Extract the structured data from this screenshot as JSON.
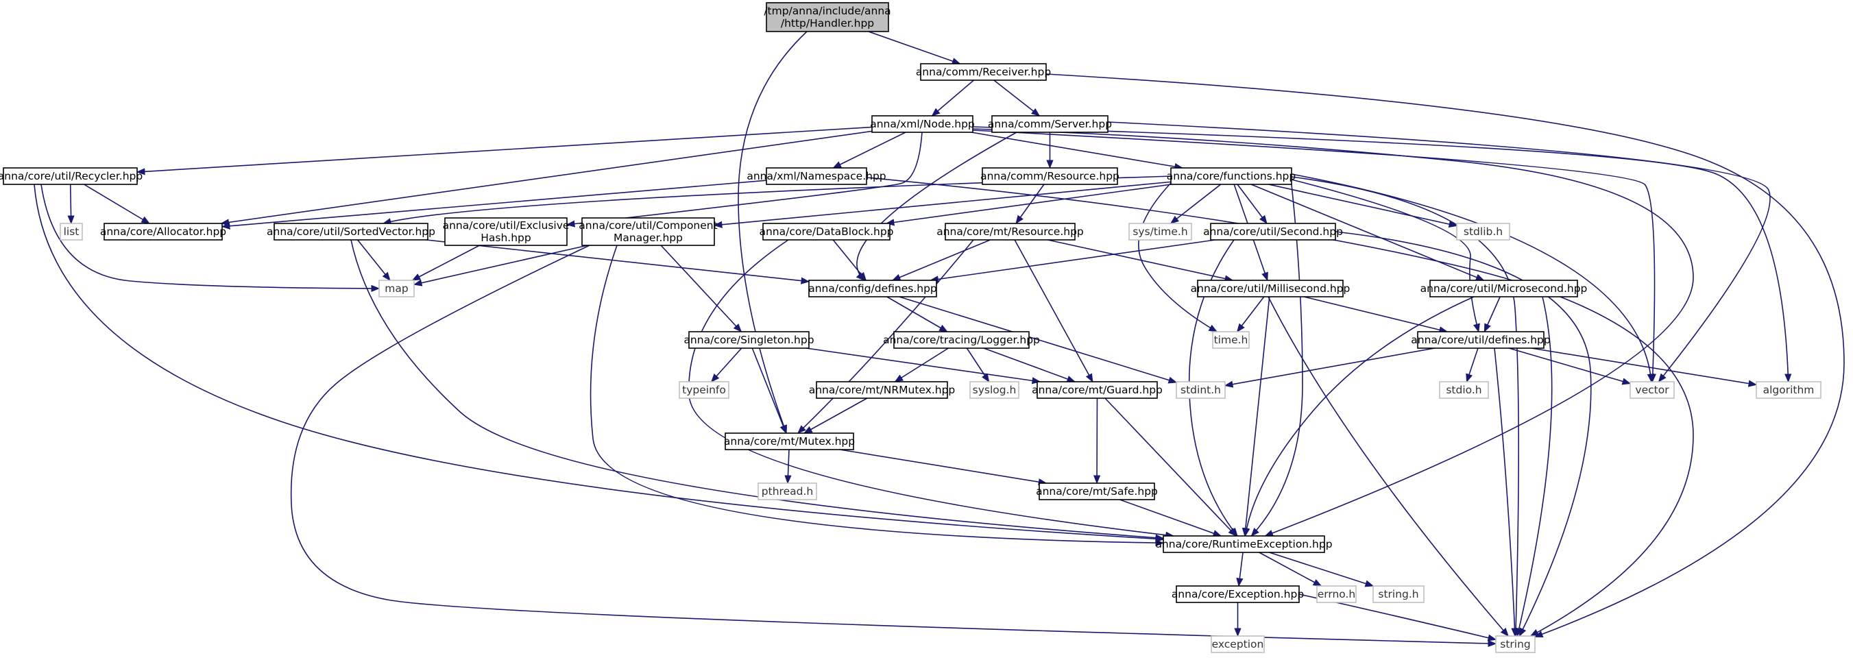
{
  "nodes": [
    {
      "id": "handler",
      "kind": "root",
      "label": [
        "/tmp/anna/include/anna",
        "/http/Handler.hpp"
      ]
    },
    {
      "id": "receiver",
      "kind": "proj",
      "label": [
        "anna/comm/Receiver.hpp"
      ]
    },
    {
      "id": "xmlnode",
      "kind": "proj",
      "label": [
        "anna/xml/Node.hpp"
      ]
    },
    {
      "id": "server",
      "kind": "proj",
      "label": [
        "anna/comm/Server.hpp"
      ]
    },
    {
      "id": "recycler",
      "kind": "proj",
      "label": [
        "anna/core/util/Recycler.hpp"
      ]
    },
    {
      "id": "namespace",
      "kind": "proj",
      "label": [
        "anna/xml/Namespace.hpp"
      ]
    },
    {
      "id": "commresource",
      "kind": "proj",
      "label": [
        "anna/comm/Resource.hpp"
      ]
    },
    {
      "id": "functions",
      "kind": "proj",
      "label": [
        "anna/core/functions.hpp"
      ]
    },
    {
      "id": "list",
      "kind": "ext",
      "label": [
        "list"
      ]
    },
    {
      "id": "allocator",
      "kind": "proj",
      "label": [
        "anna/core/Allocator.hpp"
      ]
    },
    {
      "id": "sortedvector",
      "kind": "proj",
      "label": [
        "anna/core/util/SortedVector.hpp"
      ]
    },
    {
      "id": "exclusivehash",
      "kind": "proj",
      "label": [
        "anna/core/util/Exclusive",
        "Hash.hpp"
      ]
    },
    {
      "id": "componentmanager",
      "kind": "proj",
      "label": [
        "anna/core/util/Component",
        "Manager.hpp"
      ]
    },
    {
      "id": "datablock",
      "kind": "proj",
      "label": [
        "anna/core/DataBlock.hpp"
      ]
    },
    {
      "id": "mtresource",
      "kind": "proj",
      "label": [
        "anna/core/mt/Resource.hpp"
      ]
    },
    {
      "id": "systime",
      "kind": "ext",
      "label": [
        "sys/time.h"
      ]
    },
    {
      "id": "second",
      "kind": "proj",
      "label": [
        "anna/core/util/Second.hpp"
      ]
    },
    {
      "id": "stdlib",
      "kind": "ext",
      "label": [
        "stdlib.h"
      ]
    },
    {
      "id": "map",
      "kind": "ext",
      "label": [
        "map"
      ]
    },
    {
      "id": "configdefines",
      "kind": "proj",
      "label": [
        "anna/config/defines.hpp"
      ]
    },
    {
      "id": "millisecond",
      "kind": "proj",
      "label": [
        "anna/core/util/Millisecond.hpp"
      ]
    },
    {
      "id": "microsecond",
      "kind": "proj",
      "label": [
        "anna/core/util/Microsecond.hpp"
      ]
    },
    {
      "id": "singleton",
      "kind": "proj",
      "label": [
        "anna/core/Singleton.hpp"
      ]
    },
    {
      "id": "logger",
      "kind": "proj",
      "label": [
        "anna/core/tracing/Logger.hpp"
      ]
    },
    {
      "id": "timeh",
      "kind": "ext",
      "label": [
        "time.h"
      ]
    },
    {
      "id": "utildefines",
      "kind": "proj",
      "label": [
        "anna/core/util/defines.hpp"
      ]
    },
    {
      "id": "typeinfo",
      "kind": "ext",
      "label": [
        "typeinfo"
      ]
    },
    {
      "id": "nrmutex",
      "kind": "proj",
      "label": [
        "anna/core/mt/NRMutex.hpp"
      ]
    },
    {
      "id": "syslog",
      "kind": "ext",
      "label": [
        "syslog.h"
      ]
    },
    {
      "id": "guard",
      "kind": "proj",
      "label": [
        "anna/core/mt/Guard.hpp"
      ]
    },
    {
      "id": "stdint",
      "kind": "ext",
      "label": [
        "stdint.h"
      ]
    },
    {
      "id": "stdio",
      "kind": "ext",
      "label": [
        "stdio.h"
      ]
    },
    {
      "id": "vector",
      "kind": "ext",
      "label": [
        "vector"
      ]
    },
    {
      "id": "algorithm",
      "kind": "ext",
      "label": [
        "algorithm"
      ]
    },
    {
      "id": "mutex",
      "kind": "proj",
      "label": [
        "anna/core/mt/Mutex.hpp"
      ]
    },
    {
      "id": "pthread",
      "kind": "ext",
      "label": [
        "pthread.h"
      ]
    },
    {
      "id": "safe",
      "kind": "proj",
      "label": [
        "anna/core/mt/Safe.hpp"
      ]
    },
    {
      "id": "runtimeexception",
      "kind": "proj",
      "label": [
        "anna/core/RuntimeException.hpp"
      ]
    },
    {
      "id": "exception",
      "kind": "proj",
      "label": [
        "anna/core/Exception.hpp"
      ]
    },
    {
      "id": "errno",
      "kind": "ext",
      "label": [
        "errno.h"
      ]
    },
    {
      "id": "stringh",
      "kind": "ext",
      "label": [
        "string.h"
      ]
    },
    {
      "id": "stdexception",
      "kind": "ext",
      "label": [
        "exception"
      ]
    },
    {
      "id": "string",
      "kind": "ext",
      "label": [
        "string"
      ]
    }
  ],
  "edges": [
    [
      "handler",
      "receiver"
    ],
    [
      "handler",
      "mutex"
    ],
    [
      "receiver",
      "xmlnode"
    ],
    [
      "receiver",
      "server"
    ],
    [
      "receiver",
      "string"
    ],
    [
      "xmlnode",
      "recycler"
    ],
    [
      "xmlnode",
      "namespace"
    ],
    [
      "xmlnode",
      "functions"
    ],
    [
      "xmlnode",
      "allocator"
    ],
    [
      "xmlnode",
      "exclusivehash"
    ],
    [
      "xmlnode",
      "vector"
    ],
    [
      "xmlnode",
      "runtimeexception"
    ],
    [
      "xmlnode",
      "algorithm"
    ],
    [
      "server",
      "commresource"
    ],
    [
      "server",
      "configdefines"
    ],
    [
      "server",
      "vector"
    ],
    [
      "recycler",
      "list"
    ],
    [
      "recycler",
      "allocator"
    ],
    [
      "recycler",
      "map"
    ],
    [
      "recycler",
      "runtimeexception"
    ],
    [
      "namespace",
      "allocator"
    ],
    [
      "namespace",
      "string"
    ],
    [
      "commresource",
      "mtresource"
    ],
    [
      "functions",
      "sortedvector"
    ],
    [
      "functions",
      "componentmanager"
    ],
    [
      "functions",
      "datablock"
    ],
    [
      "functions",
      "systime"
    ],
    [
      "functions",
      "second"
    ],
    [
      "functions",
      "stdlib"
    ],
    [
      "functions",
      "millisecond"
    ],
    [
      "functions",
      "microsecond"
    ],
    [
      "functions",
      "utildefines"
    ],
    [
      "functions",
      "timeh"
    ],
    [
      "functions",
      "vector"
    ],
    [
      "functions",
      "runtimeexception"
    ],
    [
      "functions",
      "string"
    ],
    [
      "sortedvector",
      "map"
    ],
    [
      "sortedvector",
      "configdefines"
    ],
    [
      "sortedvector",
      "runtimeexception"
    ],
    [
      "exclusivehash",
      "map"
    ],
    [
      "componentmanager",
      "map"
    ],
    [
      "componentmanager",
      "singleton"
    ],
    [
      "componentmanager",
      "runtimeexception"
    ],
    [
      "componentmanager",
      "string"
    ],
    [
      "datablock",
      "configdefines"
    ],
    [
      "datablock",
      "runtimeexception"
    ],
    [
      "mtresource",
      "configdefines"
    ],
    [
      "mtresource",
      "mutex"
    ],
    [
      "mtresource",
      "guard"
    ],
    [
      "mtresource",
      "millisecond"
    ],
    [
      "second",
      "configdefines"
    ],
    [
      "second",
      "runtimeexception"
    ],
    [
      "second",
      "string"
    ],
    [
      "configdefines",
      "logger"
    ],
    [
      "configdefines",
      "stdint"
    ],
    [
      "millisecond",
      "timeh"
    ],
    [
      "millisecond",
      "utildefines"
    ],
    [
      "millisecond",
      "runtimeexception"
    ],
    [
      "millisecond",
      "string"
    ],
    [
      "microsecond",
      "utildefines"
    ],
    [
      "microsecond",
      "runtimeexception"
    ],
    [
      "microsecond",
      "string"
    ],
    [
      "singleton",
      "typeinfo"
    ],
    [
      "singleton",
      "mutex"
    ],
    [
      "singleton",
      "guard"
    ],
    [
      "logger",
      "nrmutex"
    ],
    [
      "logger",
      "syslog"
    ],
    [
      "logger",
      "guard"
    ],
    [
      "utildefines",
      "stdint"
    ],
    [
      "utildefines",
      "stdio"
    ],
    [
      "utildefines",
      "vector"
    ],
    [
      "utildefines",
      "algorithm"
    ],
    [
      "utildefines",
      "string"
    ],
    [
      "nrmutex",
      "mutex"
    ],
    [
      "guard",
      "safe"
    ],
    [
      "guard",
      "runtimeexception"
    ],
    [
      "mutex",
      "pthread"
    ],
    [
      "mutex",
      "safe"
    ],
    [
      "safe",
      "runtimeexception"
    ],
    [
      "runtimeexception",
      "exception"
    ],
    [
      "runtimeexception",
      "errno"
    ],
    [
      "runtimeexception",
      "stringh"
    ],
    [
      "exception",
      "stdexception"
    ],
    [
      "exception",
      "string"
    ]
  ]
}
